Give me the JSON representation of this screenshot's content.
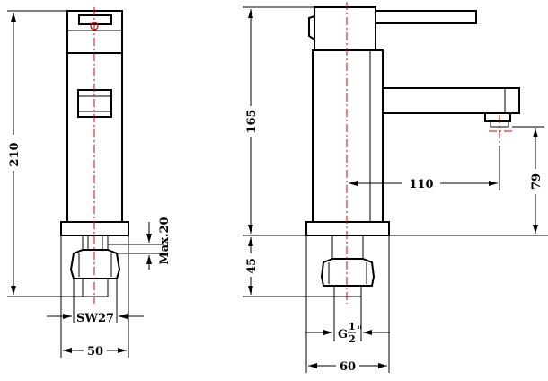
{
  "dimensions": {
    "left_height": "210",
    "width_50": "50",
    "sw": "SW27",
    "max_20": "Max.20",
    "body_165": "165",
    "base_45": "45",
    "reach_110": "110",
    "spout_79": "79",
    "width_60": "60",
    "thread_g": "G",
    "thread_num": "1",
    "thread_den": "2",
    "thread_inch": "\""
  },
  "colors": {
    "line": "#000000",
    "centerline": "#d40000",
    "background": "#ffffff"
  }
}
